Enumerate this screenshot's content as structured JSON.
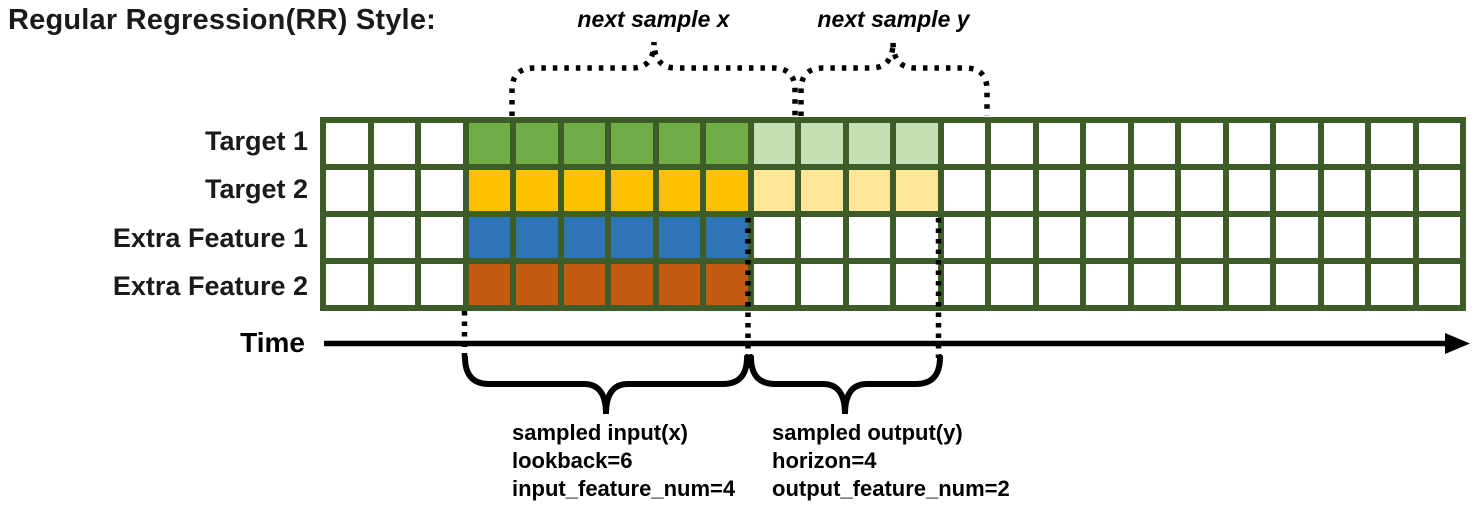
{
  "title": "Regular Regression(RR) Style:",
  "annotations": {
    "next_sample_x": "next sample x",
    "next_sample_y": "next sample y",
    "time_label": "Time"
  },
  "colors": {
    "grid_border": "#3E5C27",
    "cell_default": "#FFFFFF",
    "input_green": "#70AD47",
    "output_green": "#C5E0B4",
    "input_gold": "#FFC000",
    "output_gold": "#FFE699",
    "input_blue": "#2E75B6",
    "input_orange": "#C55A11",
    "line_black": "#000000"
  },
  "grid": {
    "columns": 24,
    "rows": [
      {
        "label": "Target 1",
        "segments": [
          {
            "from": 3,
            "to": 8,
            "color_key": "input_green"
          },
          {
            "from": 9,
            "to": 12,
            "color_key": "output_green"
          }
        ]
      },
      {
        "label": "Target 2",
        "segments": [
          {
            "from": 3,
            "to": 8,
            "color_key": "input_gold"
          },
          {
            "from": 9,
            "to": 12,
            "color_key": "output_gold"
          }
        ]
      },
      {
        "label": "Extra Feature 1",
        "segments": [
          {
            "from": 3,
            "to": 8,
            "color_key": "input_blue"
          }
        ]
      },
      {
        "label": "Extra Feature 2",
        "segments": [
          {
            "from": 3,
            "to": 8,
            "color_key": "input_orange"
          }
        ]
      }
    ]
  },
  "input_window": {
    "line1": "sampled input(x)",
    "line2": "lookback=6",
    "line3": "input_feature_num=4"
  },
  "output_window": {
    "line1": "sampled output(y)",
    "line2": "horizon=4",
    "line3": "output_feature_num=2"
  }
}
